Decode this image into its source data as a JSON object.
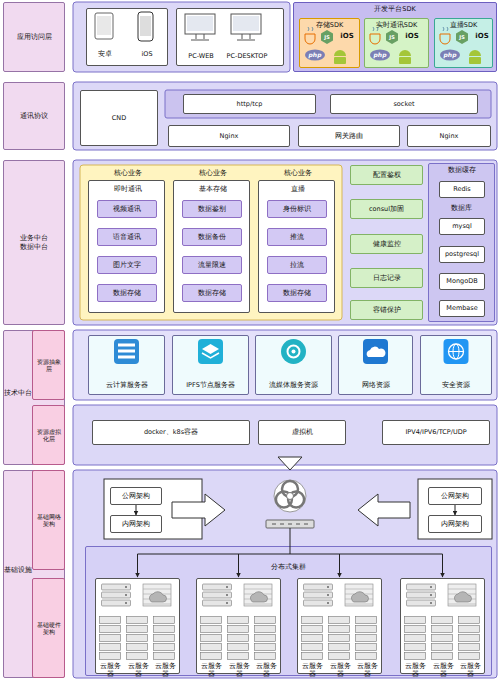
{
  "diagram": {
    "nodes": [
      {
        "text": [
          "应用访问层"
        ]
      },
      {
        "text": [
          "安卓",
          "iOS"
        ]
      },
      {
        "text": [
          "PC-WEB",
          "PC-DESKTOP"
        ]
      },
      {
        "text": [
          "开发平台SDK"
        ]
      },
      {
        "text": [
          "存储SDK"
        ],
        "in": 3
      },
      {
        "text": [
          "实时通讯SDK"
        ],
        "in": 3
      },
      {
        "text": [
          "直播SDK"
        ],
        "in": 3
      },
      {
        "text": [
          "通讯协议"
        ]
      },
      {
        "text": [
          "CND"
        ]
      },
      {
        "text": [
          "http/tcp"
        ]
      },
      {
        "text": [
          "socket"
        ]
      },
      {
        "text": [
          "Nginx"
        ]
      },
      {
        "text": [
          "网关路由"
        ]
      },
      {
        "text": [
          "Nginx"
        ]
      },
      {
        "text": [
          "业务中台 数据中台"
        ]
      },
      {
        "text": [
          "核心业务",
          "即时通讯"
        ]
      },
      {
        "text": [
          "视频通讯"
        ],
        "in": 15
      },
      {
        "text": [
          "语音通讯"
        ],
        "in": 15
      },
      {
        "text": [
          "图片文字"
        ],
        "in": 15
      },
      {
        "text": [
          "数据存储"
        ],
        "in": 15
      },
      {
        "text": [
          "核心业务",
          "基本存储"
        ]
      },
      {
        "text": [
          "数据鉴别"
        ],
        "in": 20
      },
      {
        "text": [
          "数据备份"
        ],
        "in": 20
      },
      {
        "text": [
          "流量限速"
        ],
        "in": 20
      },
      {
        "text": [
          "数据存储"
        ],
        "in": 20
      },
      {
        "text": [
          "核心业务",
          "直播"
        ]
      },
      {
        "text": [
          "身份标识"
        ],
        "in": 25
      },
      {
        "text": [
          "推流"
        ],
        "in": 25
      },
      {
        "text": [
          "拉流"
        ],
        "in": 25
      },
      {
        "text": [
          "数据存储"
        ],
        "in": 25
      },
      {
        "text": [
          "配置鉴权"
        ]
      },
      {
        "text": [
          "consul加固"
        ]
      },
      {
        "text": [
          "健康监控"
        ]
      },
      {
        "text": [
          "日志记录"
        ]
      },
      {
        "text": [
          "容错保护"
        ]
      },
      {
        "text": [
          "数据缓存"
        ]
      },
      {
        "text": [
          "Redis"
        ],
        "in": 35
      },
      {
        "text": [
          "mysql"
        ],
        "in": 35
      },
      {
        "text": [
          "postgresql"
        ],
        "in": 35
      },
      {
        "text": [
          "MongoDB"
        ],
        "in": 35
      },
      {
        "text": [
          "Membase"
        ],
        "in": 35
      },
      {
        "text": [
          "技术中台"
        ]
      },
      {
        "text": [
          "资源抽象层"
        ],
        "in": 41
      },
      {
        "text": [
          "资源虚拟化层"
        ],
        "in": 41
      },
      {
        "text": [
          "云计算服务器"
        ]
      },
      {
        "text": [
          "IPFS节点服务器"
        ]
      },
      {
        "text": [
          "流媒体服务资源"
        ]
      },
      {
        "text": [
          "网络资源"
        ]
      },
      {
        "text": [
          "安全资源"
        ]
      },
      {
        "text": [
          "docker、k8s容器"
        ]
      },
      {
        "text": [
          "虚拟机"
        ]
      },
      {
        "text": [
          "IPV4/IPV6/TCP/UDP"
        ]
      },
      {
        "text": [
          "基础设施"
        ]
      },
      {
        "text": [
          "基础网络架构"
        ],
        "in": 52
      },
      {
        "text": [
          "基础硬件架构"
        ],
        "in": 52
      },
      {
        "text": [
          "公网架构"
        ]
      },
      {
        "text": [
          "内网架构"
        ]
      },
      {
        "text": [
          "公网架构"
        ]
      },
      {
        "text": [
          "内网架构"
        ]
      },
      {
        "text": [
          "分布式集群"
        ]
      },
      {
        "text": [
          "云服务器",
          "云服务器",
          "云服务器"
        ],
        "in": 59
      },
      {
        "text": [
          "云服务器",
          "云服务器",
          "云服务器"
        ],
        "in": 59
      },
      {
        "text": [
          "云服务器",
          "云服务器",
          "云服务器"
        ],
        "in": 59
      },
      {
        "text": [
          "云服务器",
          "云服务器",
          "云服务器"
        ],
        "in": 59
      }
    ],
    "edges": [
      {
        "from": 55,
        "to": 56,
        "arrow": "to"
      },
      {
        "from": 57,
        "to": 58,
        "arrow": "to"
      }
    ],
    "labels": [
      "JS",
      "iOS",
      "php",
      "JS",
      "iOS",
      "php",
      "JS",
      "iOS",
      "php",
      "数据库"
    ]
  }
}
